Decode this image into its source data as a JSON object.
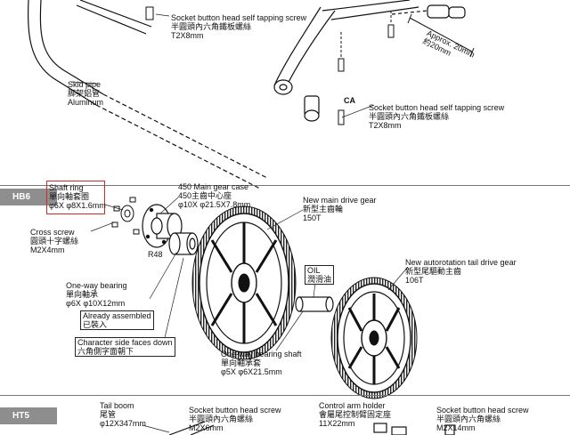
{
  "steps": {
    "hb6": "HB6",
    "ht5": "HT5"
  },
  "top": {
    "skid_pipe": [
      "Skid pipe",
      "脚架鋁管",
      "Aluminum"
    ],
    "screw_a": [
      "Socket button head self tapping screw",
      "半圓頭內六角鐵板螺絲",
      "T2X8mm"
    ],
    "screw_b": [
      "Socket button head self tapping screw",
      "半圓頭內六角鐵板螺絲",
      "T2X8mm"
    ],
    "ca": "CA",
    "approx": [
      "Approx. 20mm",
      "約20mm"
    ]
  },
  "hb6": {
    "shaft_ring": [
      "Shaft ring",
      "單向軸套圈",
      "φ6X φ8X1.6mm"
    ],
    "cross_screw": [
      "Cross screw",
      "圓頭十字螺絲",
      "M2X4mm"
    ],
    "main_gear_case": [
      "450 Main gear case",
      "450主齒中心座",
      "φ10X φ21.5X7.8mm"
    ],
    "r48": "R48",
    "new_main_gear": [
      "New main drive gear",
      "新型主齒輪",
      "150T"
    ],
    "oil": [
      "OIL",
      "潤滑油"
    ],
    "autorotation_gear": [
      "New autorotation tail drive gear",
      "新型尾驅動主齒",
      "106T"
    ],
    "one_way_bearing": [
      "One-way bearing",
      "單向軸承",
      "φ6X φ10X12mm"
    ],
    "already_assembled": [
      "Already assembled",
      "已裝入"
    ],
    "character_side": [
      "Character side faces down",
      "六角側字面朝下"
    ],
    "bearing_shaft": [
      "One-way bearing shaft",
      "單向軸承套",
      "φ5X φ6X21.5mm"
    ]
  },
  "ht5": {
    "tail_boom": [
      "Tail boom",
      "尾管",
      "φ12X347mm"
    ],
    "screw_m2x6": [
      "Socket button head screw",
      "半圓頭內六角螺絲",
      "M2X6mm"
    ],
    "control_arm_holder": [
      "Control arm holder",
      "會屬尾控制臂固定座",
      "11X22mm"
    ],
    "screw_m2x14": [
      "Socket button head screw",
      "半圓頭內六角螺絲",
      "M2X14mm"
    ]
  }
}
